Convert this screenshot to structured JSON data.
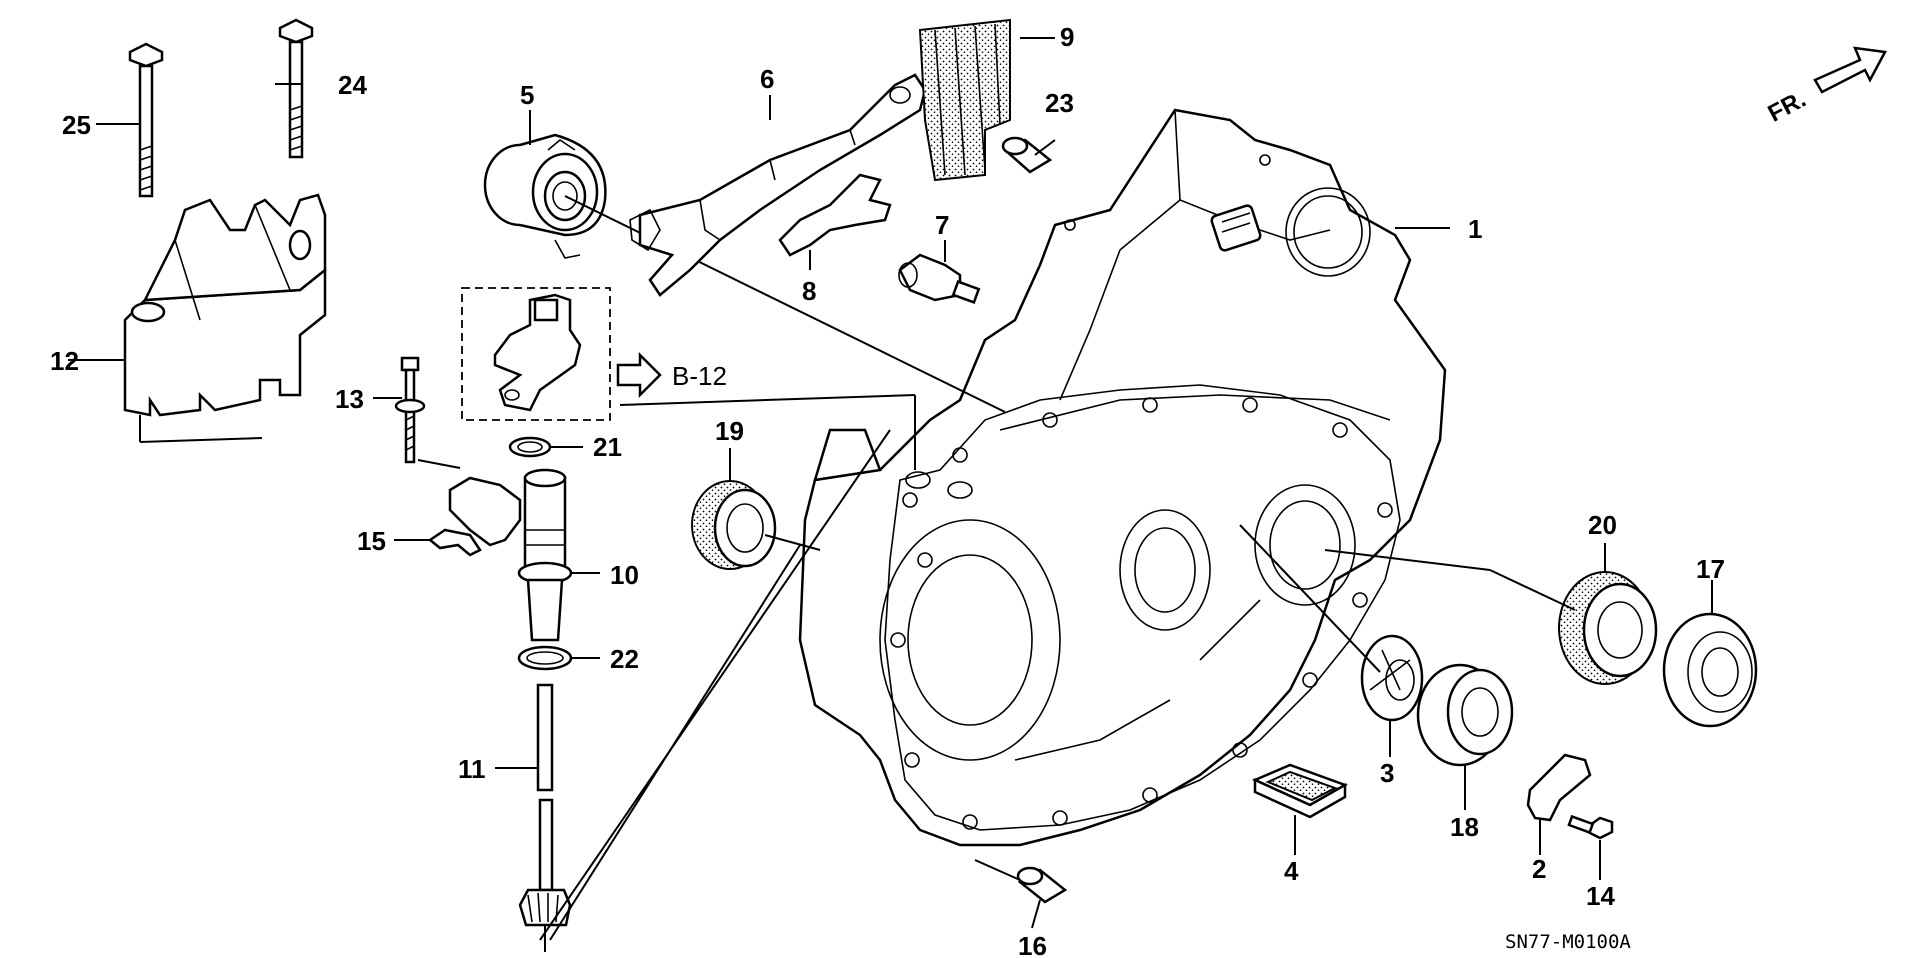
{
  "diagram": {
    "callouts": [
      "1",
      "2",
      "3",
      "4",
      "5",
      "6",
      "7",
      "8",
      "9",
      "10",
      "11",
      "12",
      "13",
      "14",
      "15",
      "16",
      "17",
      "18",
      "19",
      "20",
      "21",
      "22",
      "23",
      "24",
      "25"
    ],
    "reference": "B-12",
    "drawing_code": "SN77-M0100A",
    "direction_label": "FR."
  }
}
